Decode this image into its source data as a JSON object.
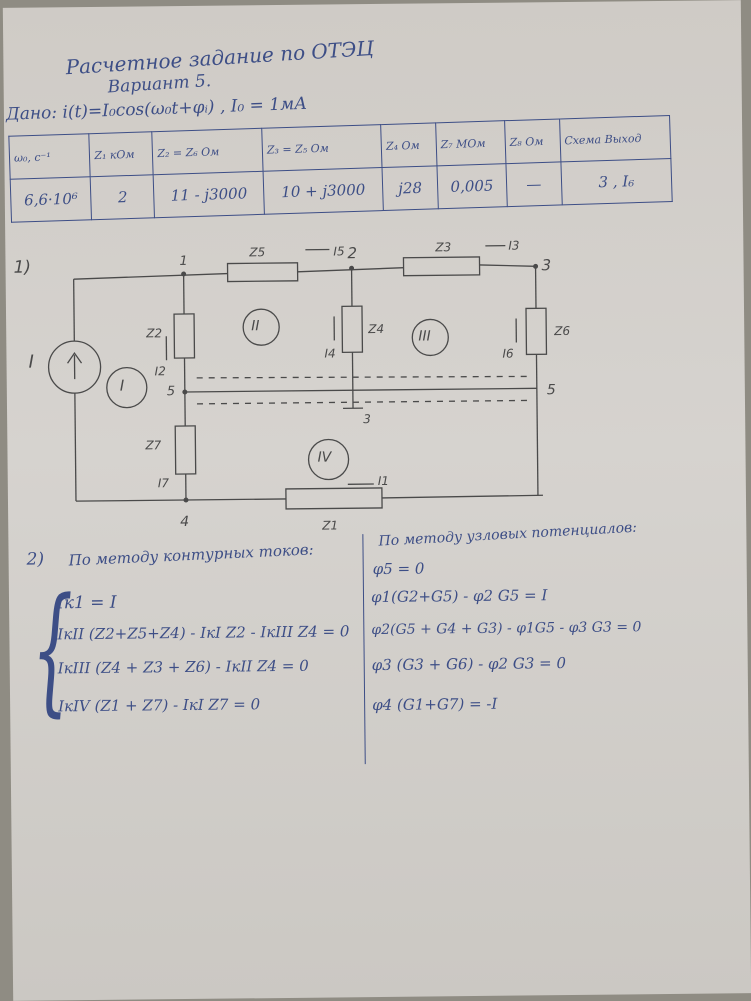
{
  "header": {
    "title": "Расчетное задание по ОТЭЦ",
    "variant": "Вариант 5.",
    "given": "Дано: i(t)=I₀cos(ω₀t+φᵢ) , I₀ = 1мА"
  },
  "table": {
    "headers": [
      "ω₀, с⁻¹",
      "Z₁ кОм",
      "Z₂ = Z₆ Ом",
      "Z₃ = Z₅ Ом",
      "Z₄ Ом",
      "Z₇ МОм",
      "Z₈ Ом",
      "Схема Выход"
    ],
    "values": [
      "6,6·10⁶",
      "2",
      "11 - j3000",
      "10 + j3000",
      "j28",
      "0,005",
      "—",
      "3 , I₆"
    ]
  },
  "circuit": {
    "section_label": "1)",
    "source_label": "I",
    "nodes": [
      "1",
      "2",
      "3",
      "5",
      "5",
      "4"
    ],
    "ground_label": "3",
    "elements": [
      "Z5",
      "Z3",
      "Z2",
      "Z4",
      "Z6",
      "Z7",
      "Z1"
    ],
    "currents": [
      "I5",
      "I3",
      "I2",
      "I4",
      "I6",
      "I7",
      "I1"
    ],
    "loops": [
      "I",
      "II",
      "III",
      "IV"
    ]
  },
  "methods": {
    "section_label": "2)",
    "mesh_title": "По методу контурных токов:",
    "mesh_equations": [
      "Iк1 = I",
      "IкII (Z2+Z5+Z4) - IкI Z2 - IкIII Z4 = 0",
      "IкIII (Z4 + Z3 + Z6) - IкII Z4 = 0",
      "IкIV (Z1 + Z7) - IкI Z7 = 0"
    ],
    "nodal_title": "По методу узловых потенциалов:",
    "nodal_equations": [
      "φ5 = 0",
      "φ1(G2+G5) - φ2 G5 = I",
      "φ2(G5 + G4 + G3) - φ1G5 - φ3 G3 = 0",
      "φ3 (G3 + G6) - φ2 G3 = 0",
      "φ4 (G1+G7) = -I"
    ]
  },
  "colors": {
    "ink": "#3d4e86",
    "pencil": "#4a4a4a",
    "paper": "#d3d0cb",
    "background": "#8f8c83"
  }
}
